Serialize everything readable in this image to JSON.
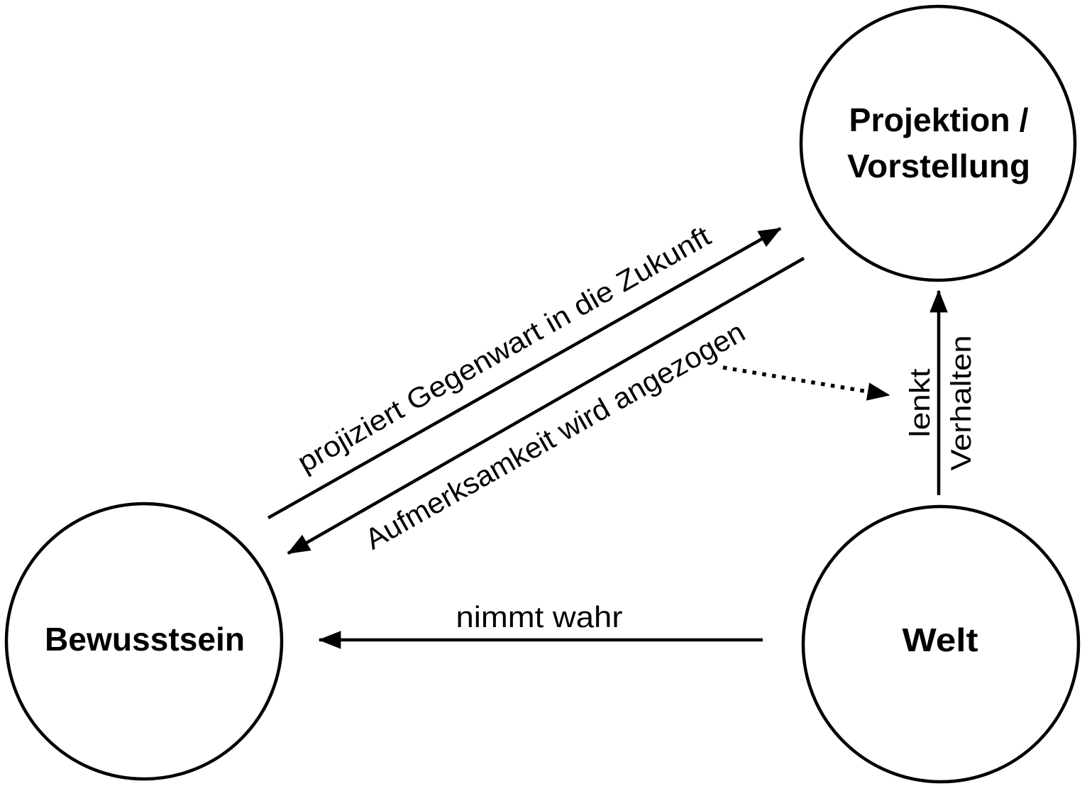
{
  "colors": {
    "background": "#ffffff",
    "ink": "#000000"
  },
  "nodes": {
    "projektion": {
      "line1": "Projektion /",
      "line2": "Vorstellung"
    },
    "bewusstsein": {
      "label": "Bewusstsein"
    },
    "welt": {
      "label": "Welt"
    }
  },
  "edges": {
    "projiziert": {
      "label": "projiziert Gegenwart in die Zukunft",
      "style": "solid",
      "direction": "up-right-to-projektion"
    },
    "aufmerksamkeit": {
      "label": "Aufmerksamkeit wird angezogen",
      "style": "solid",
      "direction": "down-left-to-bewusstsein"
    },
    "attention_pointer": {
      "label": "",
      "style": "dotted",
      "direction": "right-to-lenkt-arrow"
    },
    "lenkt_verhalten": {
      "label_left": "lenkt",
      "label_right": "Verhalten",
      "style": "solid",
      "direction": "up-from-welt-to-projektion"
    },
    "nimmt_wahr": {
      "label": "nimmt wahr",
      "style": "solid",
      "direction": "left-from-welt-to-bewusstsein"
    }
  }
}
